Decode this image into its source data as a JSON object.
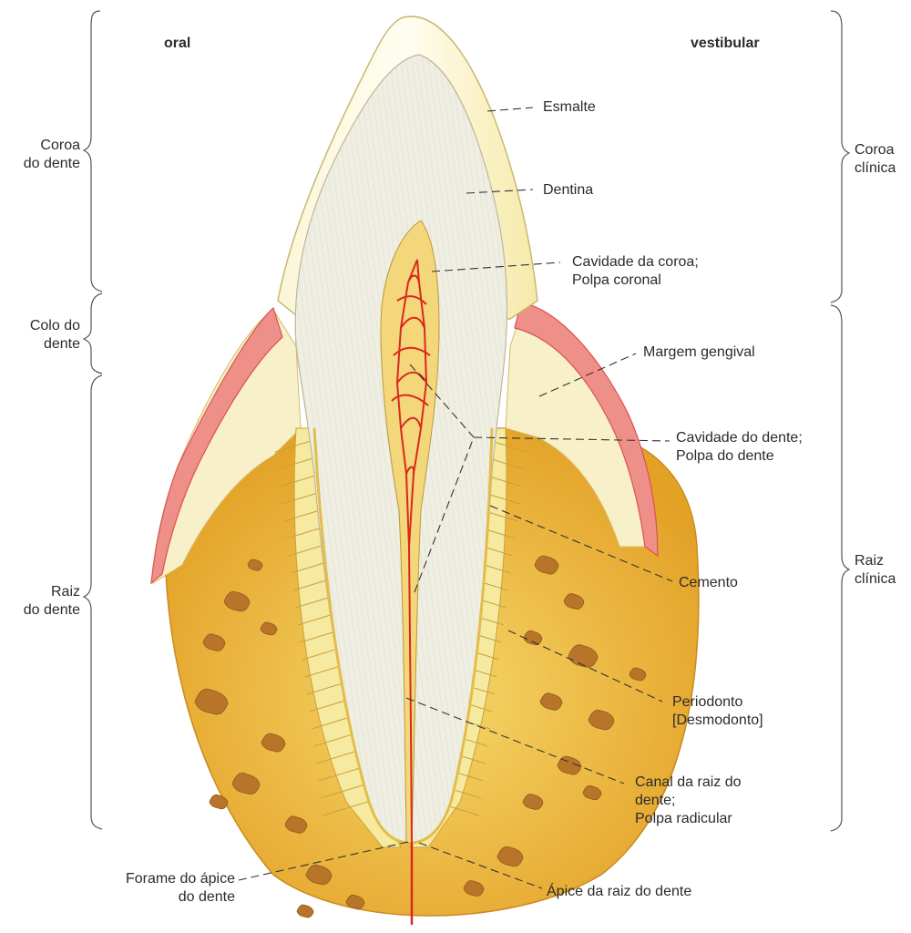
{
  "side_labels": {
    "oral": "oral",
    "vestibular": "vestibular"
  },
  "left_regions": {
    "crown": [
      "Coroa",
      "do dente"
    ],
    "neck": [
      "Colo do",
      "dente"
    ],
    "root": [
      "Raiz",
      "do dente"
    ]
  },
  "right_regions": {
    "clinical_crown": [
      "Coroa",
      "clínica"
    ],
    "clinical_root": [
      "Raiz",
      "clínica"
    ]
  },
  "structures": {
    "enamel": [
      "Esmalte"
    ],
    "dentin": [
      "Dentina"
    ],
    "crown_cavity": [
      "Cavidade da coroa;",
      "Polpa coronal"
    ],
    "gingival_margin": [
      "Margem gengival"
    ],
    "tooth_cavity": [
      "Cavidade do dente;",
      "Polpa do dente"
    ],
    "cementum": [
      "Cemento"
    ],
    "periodontium": [
      "Periodonto",
      "[Desmodonto]"
    ],
    "root_canal": [
      "Canal da raiz do",
      "dente;",
      "Polpa radicular"
    ],
    "apical_foramen": [
      "Forame do ápice",
      "do dente"
    ],
    "root_apex": [
      "Ápice da raiz do dente"
    ]
  },
  "colors": {
    "enamel": "#fbf7dc",
    "enamel_edge": "#e8d98a",
    "dentin": "#efeee2",
    "pulp": "#f3d77a",
    "vessel": "#d9281f",
    "bone": "#e6a92b",
    "bone_light": "#f1c94a",
    "bone_hole": "#b8752a",
    "gingiva": "#ef8f8a",
    "gingiva_dark": "#e2605c",
    "connective": "#f8f0c8",
    "periodontal": "#f6e9a0",
    "leader": "#333333",
    "bracket": "#555555"
  }
}
